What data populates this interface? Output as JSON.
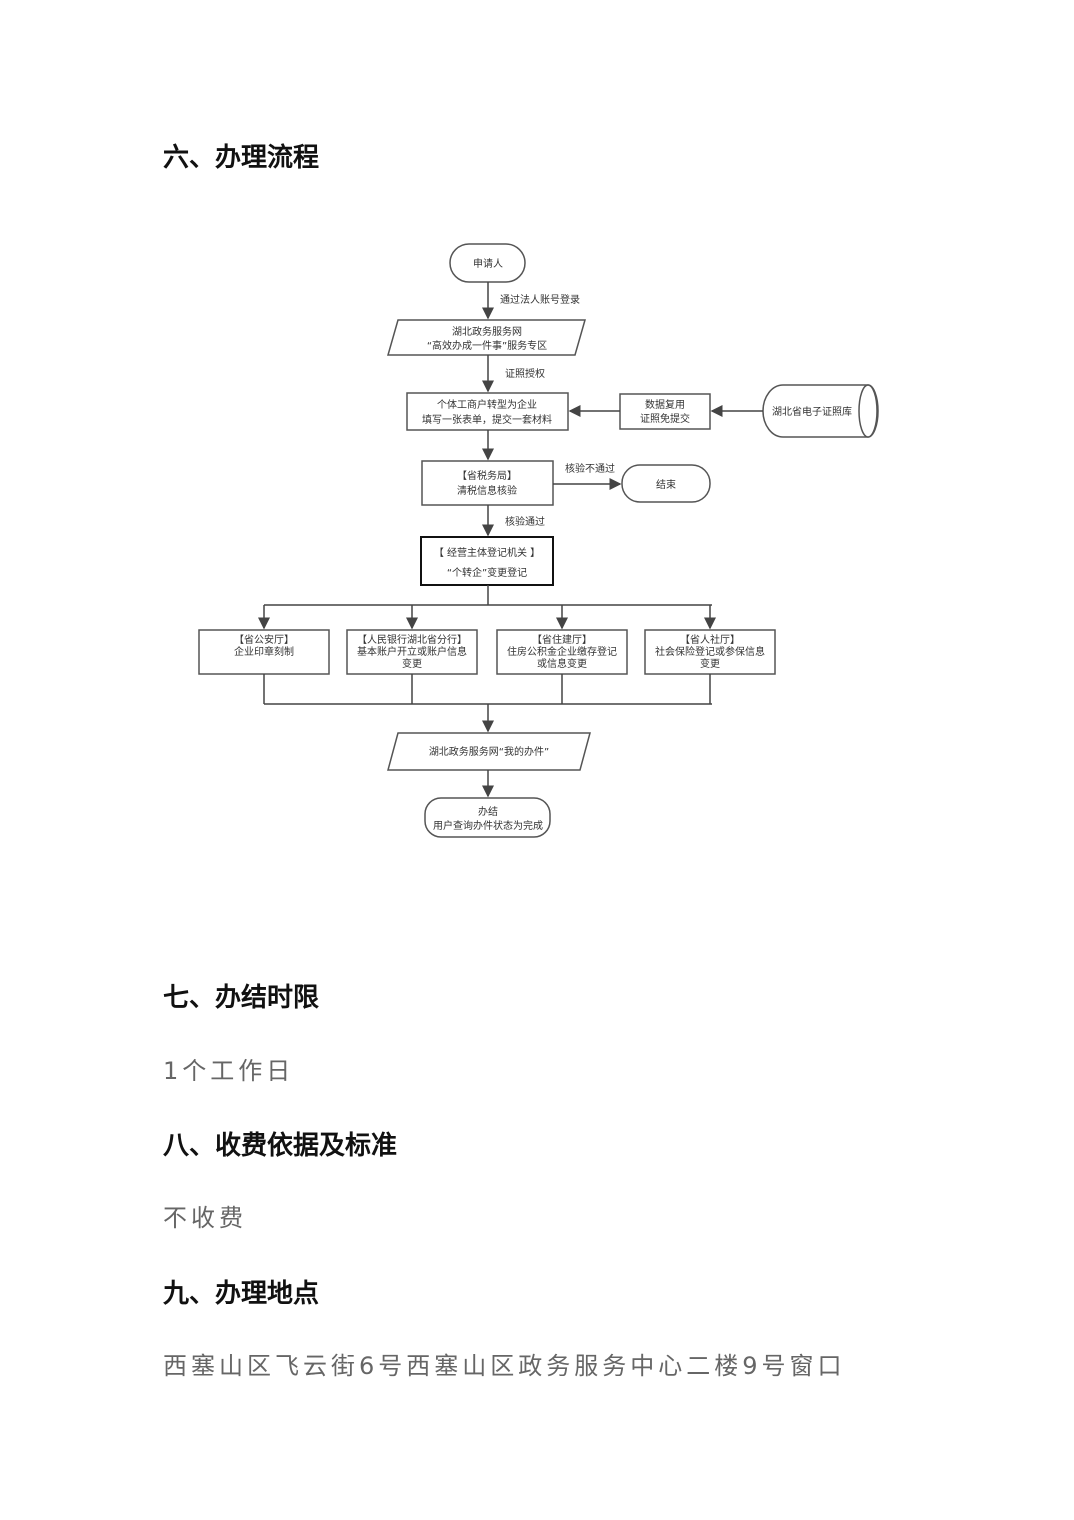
{
  "sections": [
    {
      "heading": "六、办理流程"
    },
    {
      "heading": "七、办结时限",
      "body": "1个工作日"
    },
    {
      "heading": "八、收费依据及标准",
      "body": "不收费"
    },
    {
      "heading": "九、办理地点",
      "body": "西塞山区飞云街6号西塞山区政务服务中心二楼9号窗口"
    }
  ],
  "flowchart": {
    "start": "申请人",
    "edge_login": "通过法人账号登录",
    "portal": [
      "湖北政务服务网",
      "“高效办成一件事”服务专区"
    ],
    "edge_auth": "证照授权",
    "submit": [
      "个体工商户转型为企业",
      "填写一张表单，提交一套材料"
    ],
    "reuse": [
      "数据复用",
      "证照免提交"
    ],
    "database": "湖北省电子证照库",
    "tax": [
      "【省税务局】",
      "清税信息核验"
    ],
    "edge_fail": "核验不通过",
    "end": "结束",
    "edge_pass": "核验通过",
    "registry": [
      "【 经营主体登记机关 】",
      "“个转企”变更登记"
    ],
    "parallel": [
      [
        "【省公安厅】",
        "企业印章刻制"
      ],
      [
        "【人民银行湖北省分行】",
        "基本账户开立或账户信息",
        "变更"
      ],
      [
        "【省住建厅】",
        "住房公积金企业缴存登记",
        "或信息变更"
      ],
      [
        "【省人社厅】",
        "社会保险登记或参保信息",
        "变更"
      ]
    ],
    "my_cases": "湖北政务服务网“我的办件”",
    "done": [
      "办结",
      "用户查询办件状态为完成"
    ]
  }
}
